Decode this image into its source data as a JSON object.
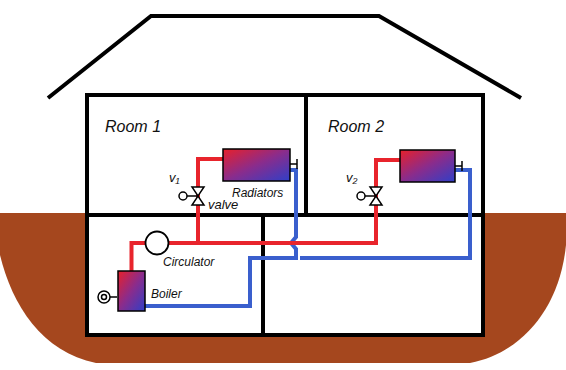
{
  "diagram": {
    "nodes": [
      {
        "text": [
          "Room 1"
        ]
      },
      {
        "text": [
          "Room 2"
        ]
      },
      {
        "text": [
          "Radiators"
        ],
        "in": 0
      },
      {
        "text": [
          "Circulator"
        ]
      },
      {
        "text": [
          "Boiler"
        ]
      }
    ],
    "edges": [
      {
        "from": 4,
        "to": 3,
        "arrow": "none"
      },
      {
        "from": 3,
        "to": 2,
        "arrow": "none"
      },
      {
        "from": 2,
        "to": 4,
        "arrow": "none"
      }
    ],
    "labels": [
      "v₁",
      "valve",
      "v₂"
    ]
  }
}
